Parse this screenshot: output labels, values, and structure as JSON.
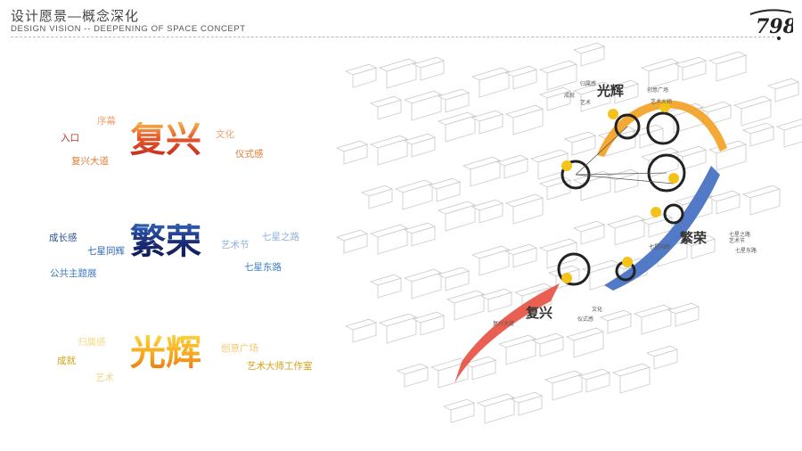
{
  "header": {
    "title_cn": "设计愿景—概念深化",
    "title_en": "DESIGN VISION -- DEEPENING OF SPACE CONCEPT",
    "logo_text": "798"
  },
  "clouds": {
    "fuxing": {
      "word": "复兴",
      "keywords": [
        "序幕",
        "入口",
        "复兴大道",
        "文化",
        "仪式感"
      ]
    },
    "fanrong": {
      "word": "繁荣",
      "keywords": [
        "成长感",
        "七星同辉",
        "公共主题展",
        "艺术节",
        "七星之路",
        "七星东路"
      ]
    },
    "guanghui": {
      "word": "光辉",
      "keywords": [
        "归属感",
        "成就",
        "艺术",
        "创意广场",
        "艺术大师工作室"
      ]
    }
  },
  "map": {
    "zones": {
      "guanghui": "光辉",
      "fanrong": "繁荣",
      "fuxing": "复兴"
    },
    "guanghui_tags": [
      "归属感",
      "创意广场",
      "成就",
      "艺术大师",
      "艺术"
    ],
    "fanrong_tags": [
      "七星之路",
      "艺术节",
      "七星东路",
      "七星同辉"
    ],
    "fuxing_tags": [
      "文化",
      "仪式感",
      "复兴大道"
    ],
    "colors": {
      "fuxing": "#e8574a",
      "fanrong": "#4a73c4",
      "guanghui": "#f3a32a",
      "pin": "#f5c21a"
    }
  }
}
